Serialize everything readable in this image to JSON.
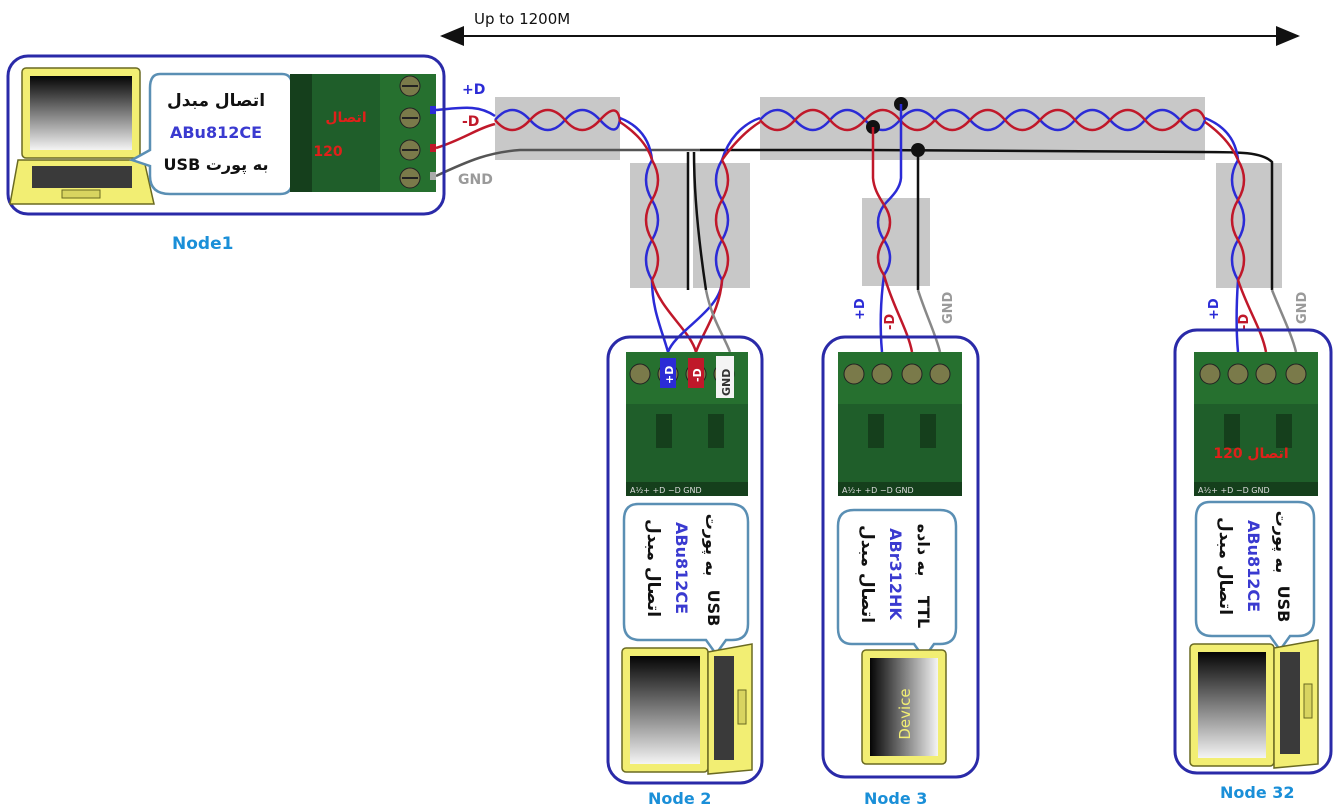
{
  "distance_label": "Up to 1200M",
  "wires": {
    "plus": "+D",
    "minus": "-D",
    "gnd": "GND",
    "color_plus": "#2b2bd6",
    "color_minus": "#c0182a",
    "color_gnd": "#9a9a9a"
  },
  "terminal": {
    "top_plus": "+D",
    "top_minus": "-D",
    "top_gnd": "GND",
    "side_label": "A½+  +D  −D  GND"
  },
  "resistor": {
    "word": "اتصال",
    "value": "120",
    "color": "#e0201a"
  },
  "nodes": [
    {
      "name": "Node1",
      "name_color": "#1a8fd8",
      "bubble_line1": "اتصال مبدل",
      "bubble_line2": "ABu812CE",
      "bubble_line3": "به پورت  USB",
      "device": "laptop"
    },
    {
      "name": "Node 2",
      "name_color": "#1a8fd8",
      "bubble_line1": "اتصال مبدل",
      "bubble_line2": "ABu812CE",
      "bubble_line3": "به پورت",
      "bubble_line4": "USB",
      "device": "laptop"
    },
    {
      "name": "Node 3",
      "name_color": "#1a8fd8",
      "bubble_line1": "اتصال مبدل",
      "bubble_line2": "ABr312HK",
      "bubble_line3": "به داده",
      "bubble_line4": "TTL",
      "device": "device",
      "device_label": "Device"
    },
    {
      "name": "Node 32",
      "name_color": "#1a8fd8",
      "bubble_line1": "اتصال مبدل",
      "bubble_line2": "ABu812CE",
      "bubble_line3": "به پورت",
      "bubble_line4": "USB",
      "device": "laptop"
    }
  ],
  "colors": {
    "frame": "#2a2aa8",
    "bubble_border": "#5a8fb4",
    "terminal": "#1f5e2a",
    "terminal_dark": "#153f1c",
    "cable_sheath": "#c8c8c8",
    "laptop_body": "#f2ee73",
    "part_number": "#3a3ad0"
  }
}
